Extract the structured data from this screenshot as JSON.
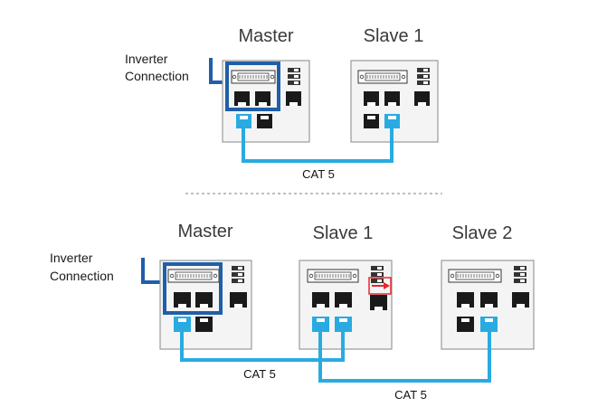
{
  "colors": {
    "cable": "#29abe2",
    "highlight": "#1f5fa8",
    "terminator_arrow": "#e8262b",
    "panel_border": "#9a9a9a",
    "port": "#1a1a1a",
    "dashed_divider": "#999999"
  },
  "top": {
    "devices": [
      {
        "title": "Master"
      },
      {
        "title": "Slave 1"
      }
    ],
    "inverter_label": [
      "Inverter",
      "Connection"
    ],
    "cable_labels": [
      "CAT 5"
    ]
  },
  "bottom": {
    "devices": [
      {
        "title": "Master"
      },
      {
        "title": "Slave 1"
      },
      {
        "title": "Slave 2"
      }
    ],
    "inverter_label": [
      "Inverter",
      "Connection"
    ],
    "cable_labels": [
      "CAT 5",
      "CAT 5"
    ]
  },
  "icons": [
    "db-connector-icon",
    "rj45-port-icon",
    "dip-switch-icon",
    "terminator-switch-arrow-icon"
  ]
}
